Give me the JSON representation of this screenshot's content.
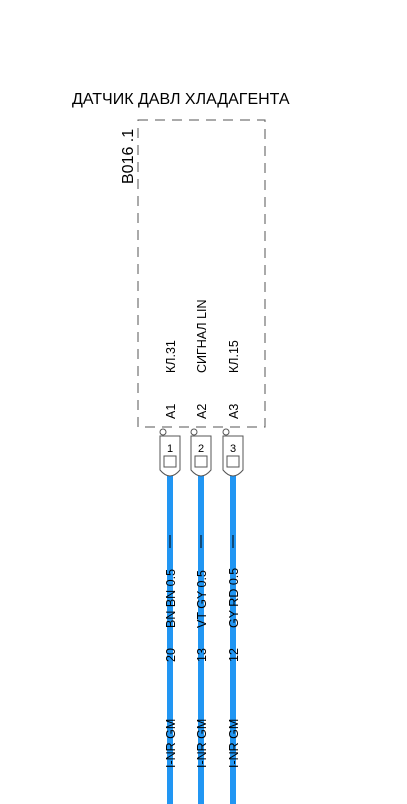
{
  "component": {
    "title": "ДАТЧИК ДАВЛ ХЛАДАГЕНТА",
    "ref": "B016 .1"
  },
  "pins": [
    {
      "pin": "A1",
      "function": "КЛ.31",
      "terminal": "1",
      "wire_code": "20",
      "wire_spec": "BN BN 0.5",
      "harness": "I-NR GM"
    },
    {
      "pin": "A2",
      "function": "СИГНАЛ LIN",
      "terminal": "2",
      "wire_code": "13",
      "wire_spec": "VT GY 0.5",
      "harness": "I-NR GM"
    },
    {
      "pin": "A3",
      "function": "КЛ.15",
      "terminal": "3",
      "wire_code": "12",
      "wire_spec": "GY RD 0.5",
      "harness": "I-NR GM"
    }
  ],
  "colors": {
    "wire": "#2196f3",
    "outline": "#555555",
    "text": "#000000"
  }
}
